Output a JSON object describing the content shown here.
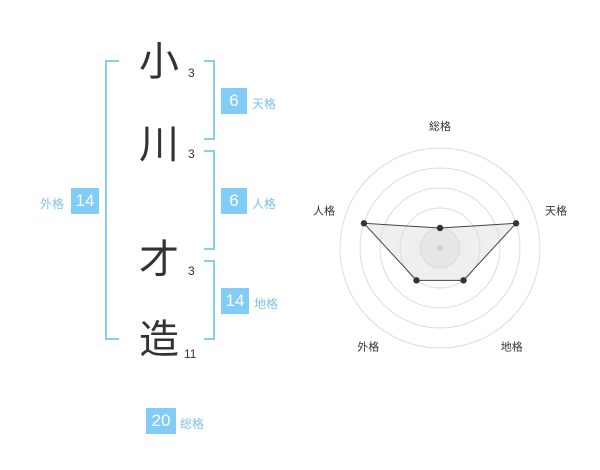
{
  "name": {
    "characters": [
      {
        "char": "小",
        "strokes": "3"
      },
      {
        "char": "川",
        "strokes": "3"
      },
      {
        "char": "才",
        "strokes": "3"
      },
      {
        "char": "造",
        "strokes": "11"
      }
    ]
  },
  "kaku": {
    "tenkaku": {
      "value": "6",
      "label": "天格"
    },
    "jinkaku": {
      "value": "6",
      "label": "人格"
    },
    "chikaku": {
      "value": "14",
      "label": "地格"
    },
    "gaikaku": {
      "value": "14",
      "label": "外格"
    },
    "soukaku": {
      "value": "20",
      "label": "総格"
    }
  },
  "colors": {
    "accent": "#82cdf7",
    "bracket": "#8acdf2",
    "text": "#333333"
  },
  "chart_data": {
    "type": "radar",
    "axes": [
      "総格",
      "天格",
      "地格",
      "外格",
      "人格"
    ],
    "values": [
      1,
      4,
      2,
      2,
      4
    ],
    "max": 5,
    "grid": true
  }
}
